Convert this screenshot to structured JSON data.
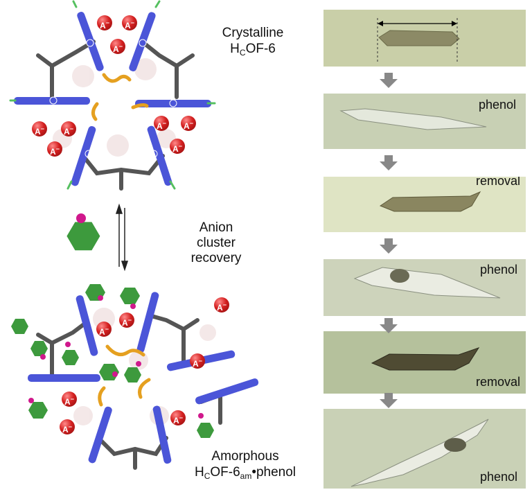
{
  "labels": {
    "crystalline_line1": "Crystalline",
    "crystalline_h": "H",
    "crystalline_sub": "C",
    "crystalline_rest": "OF-6",
    "anion_line1": "Anion",
    "anion_line2": "cluster",
    "anion_line3": "recovery",
    "amorphous_line1": "Amorphous",
    "amorphous_h": "H",
    "amorphous_sub": "C",
    "amorphous_mid": "OF-6",
    "amorphous_sub2": "am",
    "amorphous_rest": "•phenol"
  },
  "ion_label": "A",
  "plus_symbol": "+",
  "panels": [
    {
      "label": "",
      "tone": "#c9cfa8"
    },
    {
      "label": "phenol",
      "tone": "#c8d0b4"
    },
    {
      "label": "removal",
      "tone": "#dfe4c4"
    },
    {
      "label": "phenol",
      "tone": "#cdd3bb"
    },
    {
      "label": "removal",
      "tone": "#b5c19c"
    },
    {
      "label": "phenol",
      "tone": "#c9d1b6"
    }
  ],
  "colors": {
    "anion": "#d42020",
    "linker": "#4b55d8",
    "chain": "#e5a020",
    "frame": "#555555",
    "phenol": "#3d9a3d",
    "hydroxyl": "#d0188c",
    "arrow": "#888888"
  }
}
